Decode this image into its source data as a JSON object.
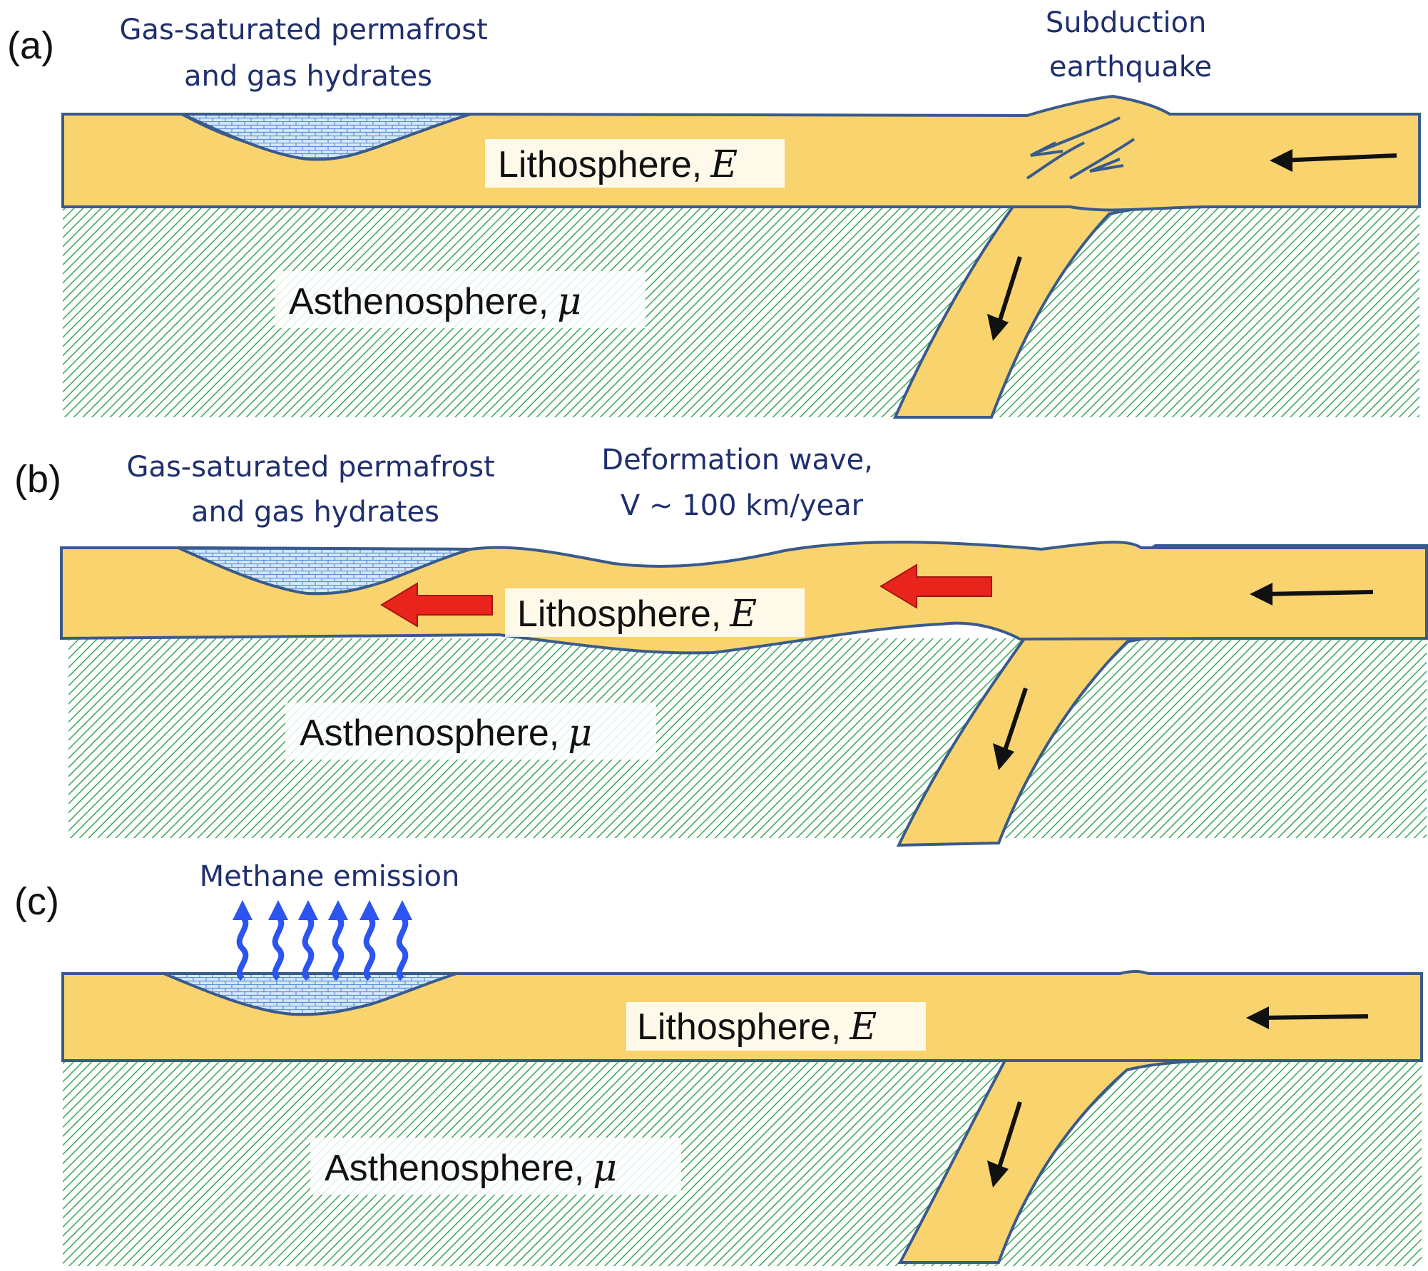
{
  "colors": {
    "lithosphere": "#f9d46e",
    "outline": "#3a5a8c",
    "asthenosphere_hatch": "#3aa655",
    "permafrost": "#d6e8f7",
    "permafrost_brick": "#5b8fd6",
    "wave_arrow": "#e8241c",
    "motion_arrow": "#111111",
    "methane": "#2b54f0",
    "caption_text": "#1f2f6e"
  },
  "panels": [
    {
      "label": "(a)",
      "captions": [
        {
          "line1": "Gas-saturated permafrost",
          "line2": "and gas hydrates"
        },
        {
          "line1": "Subduction",
          "line2": "earthquake"
        }
      ],
      "lithosphere": {
        "name": "Lithosphere,",
        "symbol": "E"
      },
      "asthenosphere": {
        "name": "Asthenosphere,",
        "symbol": "μ"
      }
    },
    {
      "label": "(b)",
      "captions": [
        {
          "line1": "Gas-saturated permafrost",
          "line2": "and gas hydrates"
        },
        {
          "line1": "Deformation wave,",
          "line2": "V ~ 100 km/year"
        }
      ],
      "lithosphere": {
        "name": "Lithosphere,",
        "symbol": "E"
      },
      "asthenosphere": {
        "name": "Asthenosphere,",
        "symbol": "μ"
      }
    },
    {
      "label": "(c)",
      "captions": [
        {
          "line1": "Methane emission",
          "line2": ""
        }
      ],
      "lithosphere": {
        "name": "Lithosphere,",
        "symbol": "E"
      },
      "asthenosphere": {
        "name": "Asthenosphere,",
        "symbol": "μ"
      }
    }
  ]
}
